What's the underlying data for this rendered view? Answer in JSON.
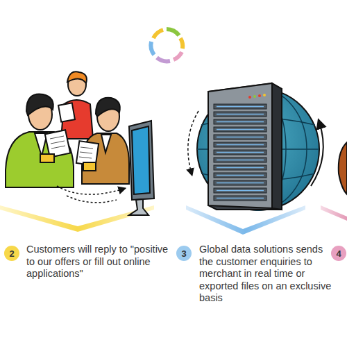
{
  "diagram": {
    "nodes": [
      {
        "text": [
          "2"
        ]
      },
      {
        "text": [
          "3"
        ]
      },
      {
        "text": [
          "4"
        ]
      }
    ],
    "labels": [
      "Customers will reply to \"positive to our offers or fill out online applications\"",
      "Global data solutions sends the customer enquiries to merchant in real time or exported files on an exclusive basis"
    ]
  }
}
